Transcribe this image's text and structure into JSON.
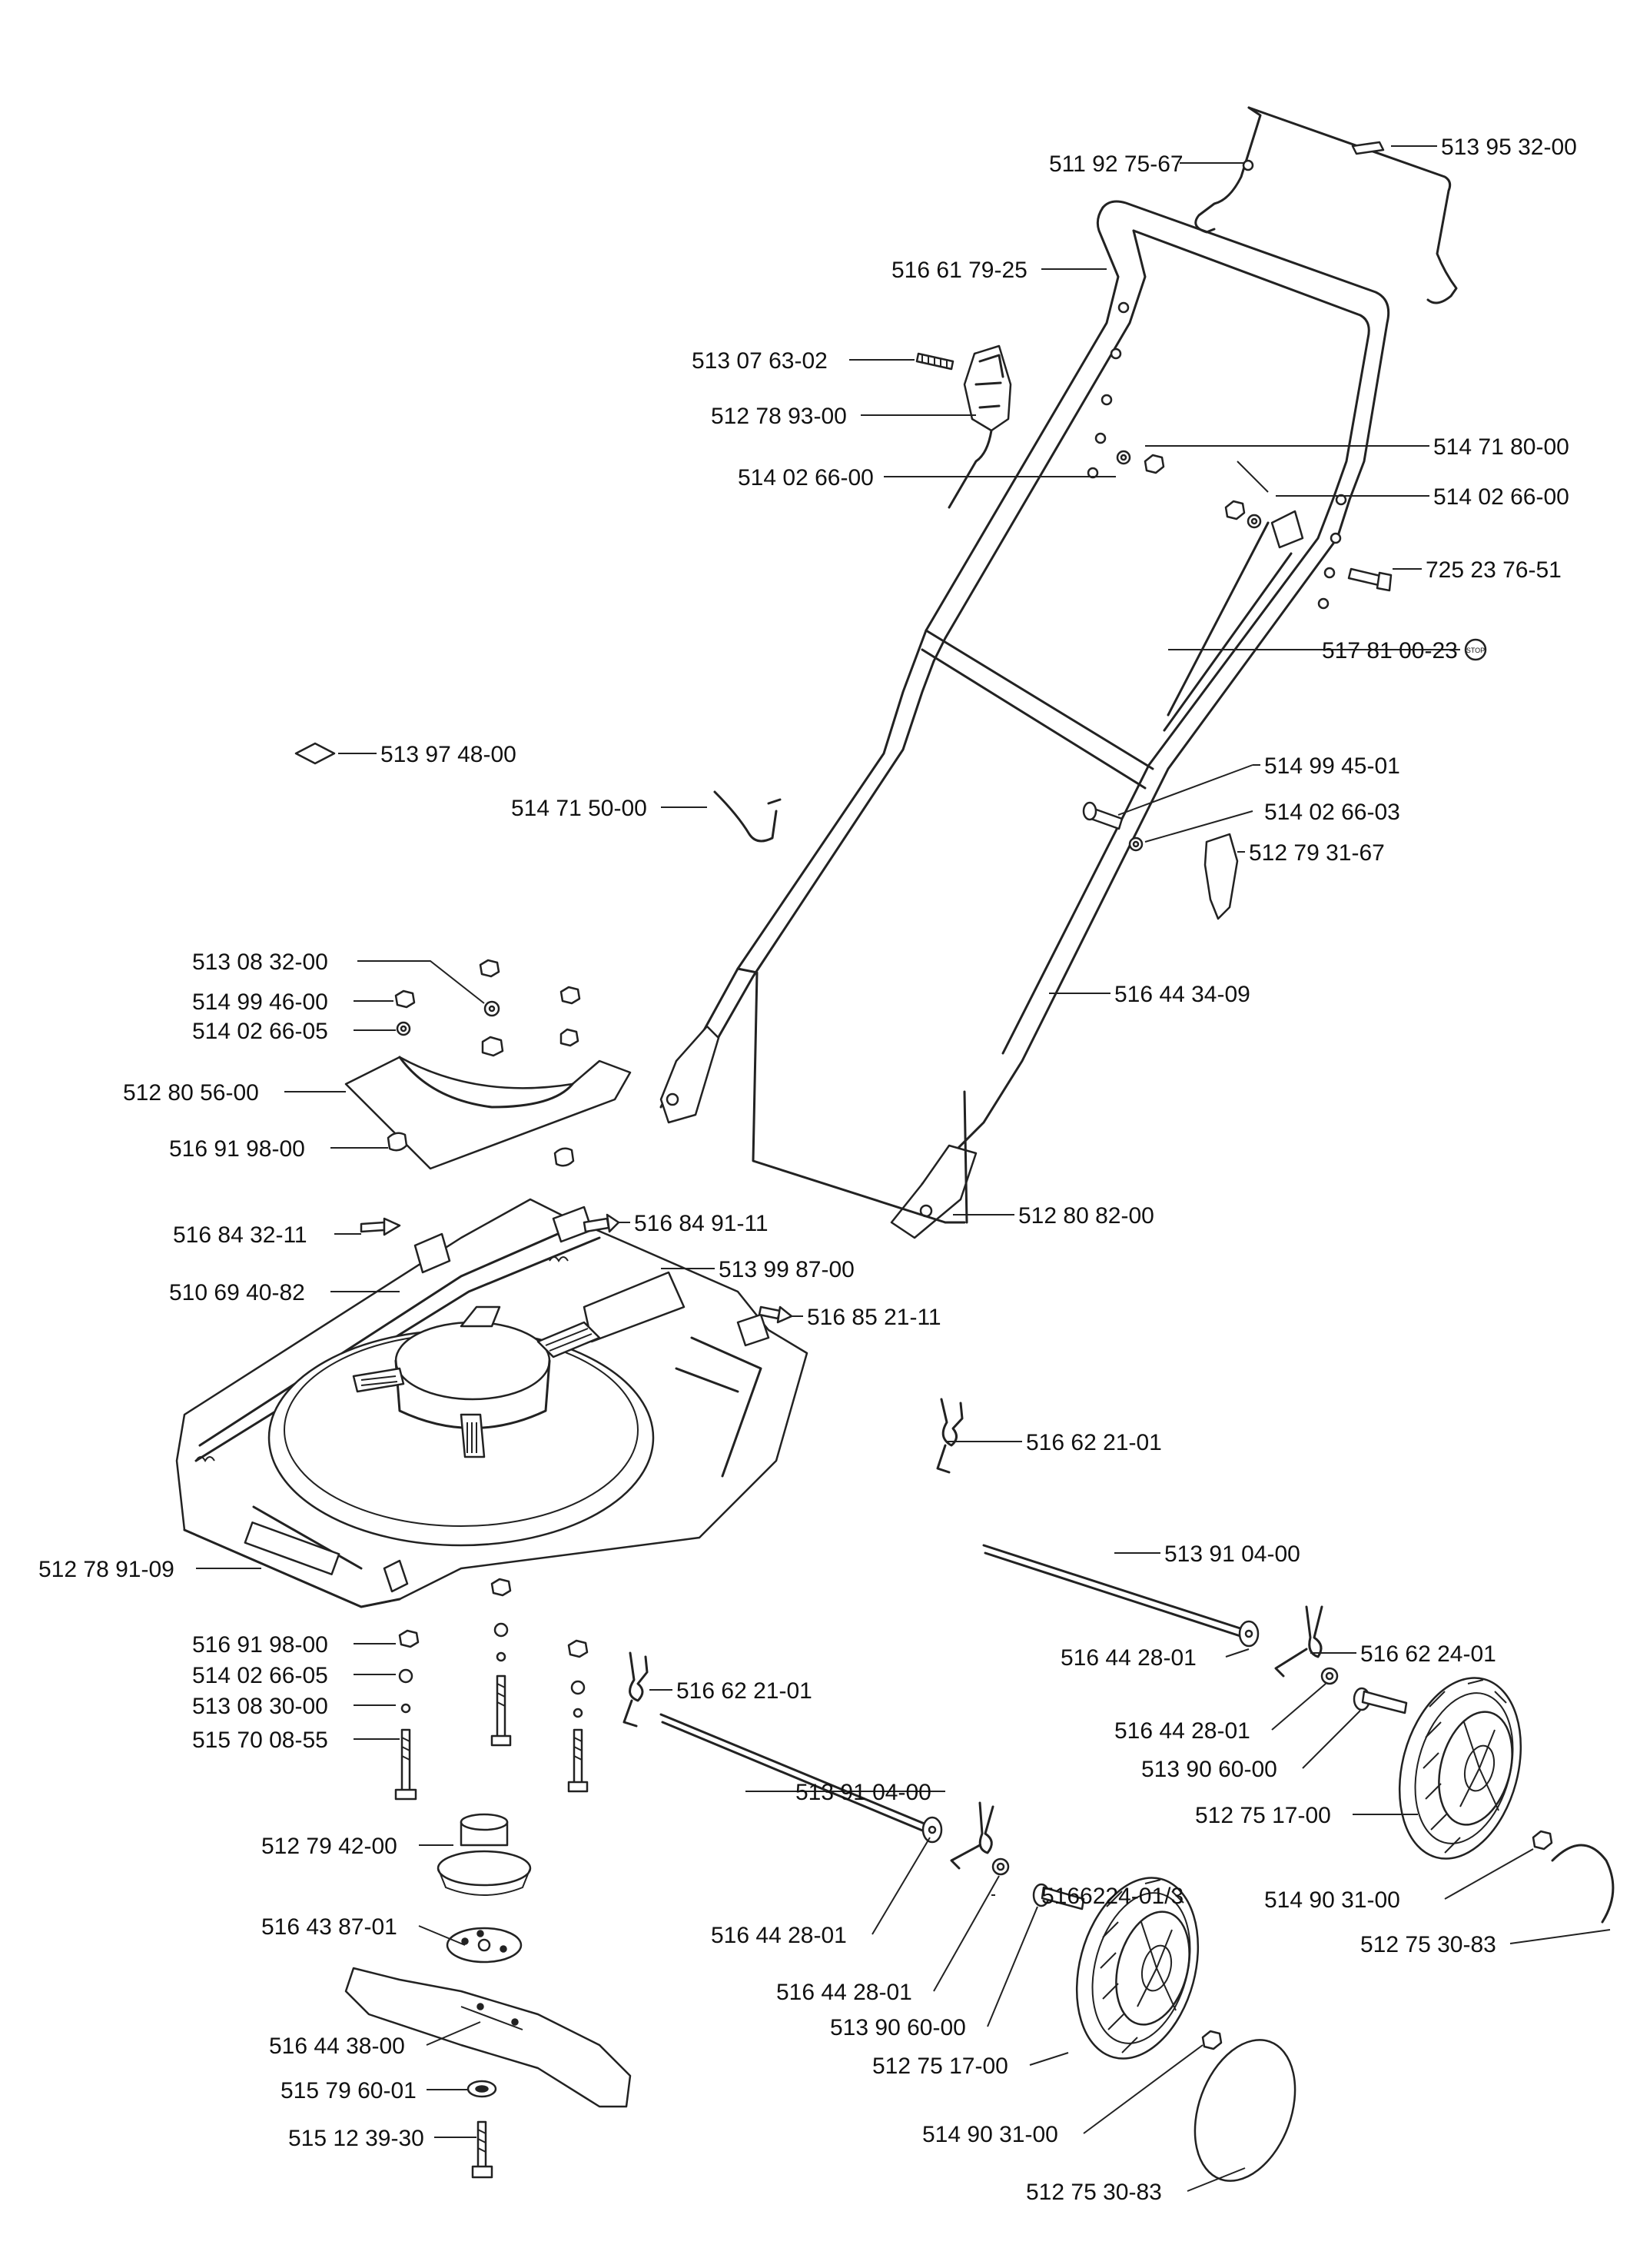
{
  "labels": [
    {
      "id": "l01",
      "text": "511 92 75-67"
    },
    {
      "id": "l02",
      "text": "513 95 32-00"
    },
    {
      "id": "l03",
      "text": "516 61 79-25"
    },
    {
      "id": "l04",
      "text": "513 07 63-02"
    },
    {
      "id": "l05",
      "text": "512 78 93-00"
    },
    {
      "id": "l06",
      "text": "514 71 80-00"
    },
    {
      "id": "l07",
      "text": "514 02 66-00"
    },
    {
      "id": "l08",
      "text": "514 02 66-00"
    },
    {
      "id": "l09",
      "text": "725 23 76-51"
    },
    {
      "id": "l10",
      "text": "517 81 00-23"
    },
    {
      "id": "l11",
      "text": "513 97 48-00"
    },
    {
      "id": "l12",
      "text": "514 99 45-01"
    },
    {
      "id": "l13",
      "text": "514 71 50-00"
    },
    {
      "id": "l14",
      "text": "514 02 66-03"
    },
    {
      "id": "l15",
      "text": "512 79 31-67"
    },
    {
      "id": "l16",
      "text": "513 08 32-00"
    },
    {
      "id": "l17",
      "text": "514 99 46-00"
    },
    {
      "id": "l18",
      "text": "514 02 66-05"
    },
    {
      "id": "l19",
      "text": "516 44 34-09"
    },
    {
      "id": "l20",
      "text": "512 80 56-00"
    },
    {
      "id": "l21",
      "text": "516 91 98-00"
    },
    {
      "id": "l22",
      "text": "512 80 82-00"
    },
    {
      "id": "l23",
      "text": "516 84 32-11"
    },
    {
      "id": "l24",
      "text": "516 84 91-11"
    },
    {
      "id": "l25",
      "text": "510 69 40-82"
    },
    {
      "id": "l26",
      "text": "513 99 87-00"
    },
    {
      "id": "l27",
      "text": "516 85 21-11"
    },
    {
      "id": "l28",
      "text": "516 62 21-01"
    },
    {
      "id": "l29",
      "text": "512 78 91-09"
    },
    {
      "id": "l30",
      "text": "513 91 04-00"
    },
    {
      "id": "l31",
      "text": "516 44 28-01"
    },
    {
      "id": "l32",
      "text": "516 62 24-01"
    },
    {
      "id": "l33",
      "text": "516 91 98-00"
    },
    {
      "id": "l34",
      "text": "514 02 66-05"
    },
    {
      "id": "l35",
      "text": "516 62 21-01"
    },
    {
      "id": "l36",
      "text": "513 08 30-00"
    },
    {
      "id": "l37",
      "text": "516 44 28-01"
    },
    {
      "id": "l38",
      "text": "515 70 08-55"
    },
    {
      "id": "l39",
      "text": "513 90 60-00"
    },
    {
      "id": "l40",
      "text": "513 91 04-00"
    },
    {
      "id": "l41",
      "text": "512 75 17-00"
    },
    {
      "id": "l42",
      "text": "512 79 42-00"
    },
    {
      "id": "l43",
      "text": "514 90 31-00"
    },
    {
      "id": "l44",
      "text": "5166224-01/3"
    },
    {
      "id": "l45",
      "text": "516 43 87-01"
    },
    {
      "id": "l46",
      "text": "516 44 28-01"
    },
    {
      "id": "l47",
      "text": "512 75 30-83"
    },
    {
      "id": "l48",
      "text": "516 44 28-01"
    },
    {
      "id": "l49",
      "text": "513 90 60-00"
    },
    {
      "id": "l50",
      "text": "516 44 38-00"
    },
    {
      "id": "l51",
      "text": "512 75 17-00"
    },
    {
      "id": "l52",
      "text": "515 79 60-01"
    },
    {
      "id": "l53",
      "text": "515 12 39-30"
    },
    {
      "id": "l54",
      "text": "514 90 31-00"
    },
    {
      "id": "l55",
      "text": "512 75 30-83"
    }
  ],
  "stop_badge": "STOP"
}
